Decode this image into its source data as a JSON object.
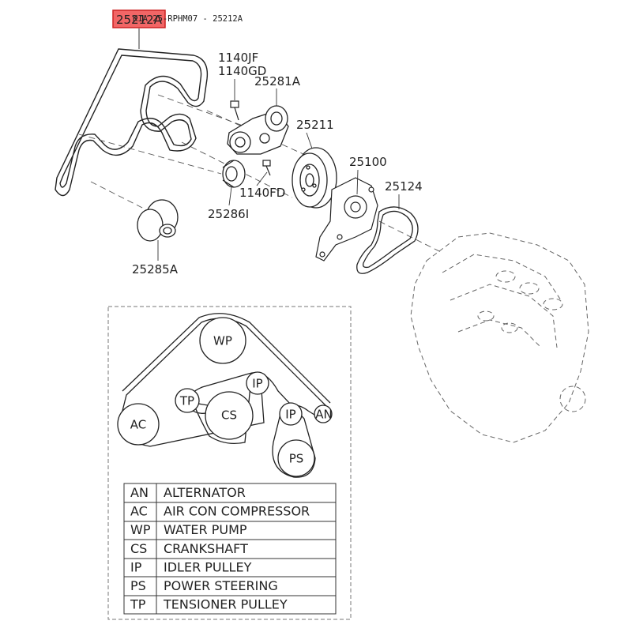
{
  "header": {
    "highlight_text": "25212A",
    "reference_text": "KIA 25-RPHM07 - 25212A",
    "highlight_color": "#ee3333"
  },
  "parts": {
    "p1140jf": "1140JF",
    "p1140gd": "1140GD",
    "p25281a": "25281A",
    "p25211": "25211",
    "p25100": "25100",
    "p25124": "25124",
    "p1140fd": "1140FD",
    "p25286i": "25286I",
    "p25285a": "25285A"
  },
  "routing": {
    "wp": "WP",
    "tp": "TP",
    "ip_upper": "IP",
    "ac": "AC",
    "cs": "CS",
    "ip_lower": "IP",
    "an": "AN",
    "ps": "PS"
  },
  "legend": [
    {
      "code": "AN",
      "name": "ALTERNATOR"
    },
    {
      "code": "AC",
      "name": "AIR CON COMPRESSOR"
    },
    {
      "code": "WP",
      "name": "WATER PUMP"
    },
    {
      "code": "CS",
      "name": "CRANKSHAFT"
    },
    {
      "code": "IP",
      "name": "IDLER PULLEY"
    },
    {
      "code": "PS",
      "name": "POWER STEERING"
    },
    {
      "code": "TP",
      "name": "TENSIONER PULLEY"
    }
  ]
}
